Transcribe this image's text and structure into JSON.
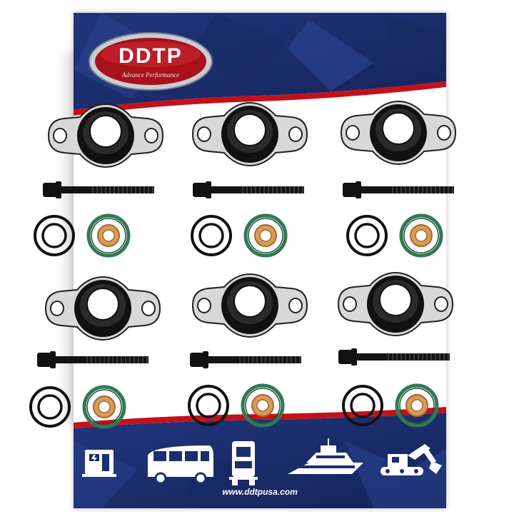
{
  "brand": {
    "name": "DDTP",
    "tagline": "Advance Performance",
    "website": "www.ddtpusa.com"
  },
  "colors": {
    "bag_blue": "#1c2f6e",
    "accent_red": "#c4101a",
    "ring_green": "#2f7a55",
    "washer_copper": "#d99a5a"
  },
  "kit": {
    "sets": 6,
    "contents": [
      "injector-hold-down-icon",
      "bolt-icon",
      "o-ring-icon",
      "o-ring-icon",
      "green-o-ring-icon",
      "copper-washer-icon"
    ]
  },
  "application_icons": [
    "generator-icon",
    "bus-icon",
    "truck-icon",
    "yacht-icon",
    "excavator-icon"
  ]
}
